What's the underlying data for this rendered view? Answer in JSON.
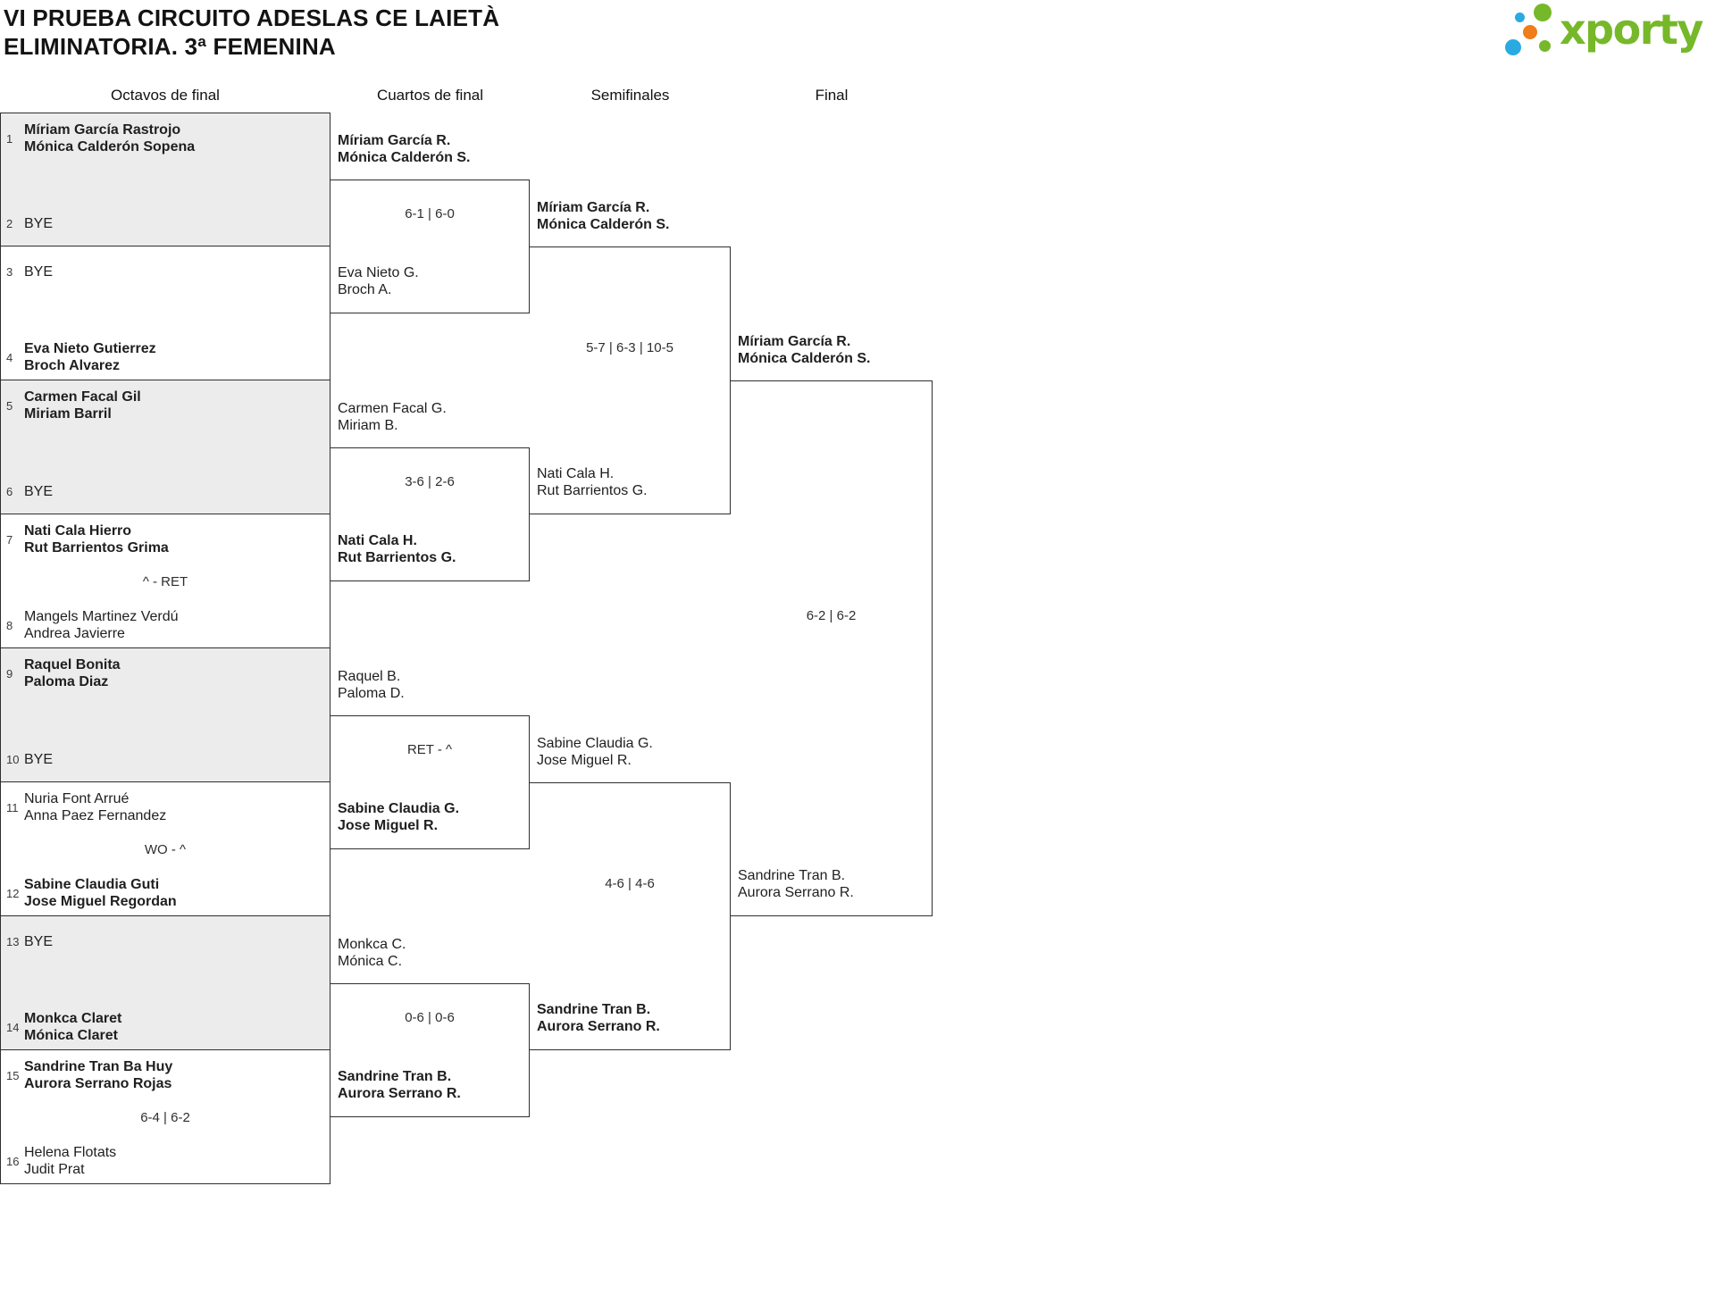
{
  "title": {
    "line1": "VI PRUEBA CIRCUITO ADESLAS CE LAIETÀ",
    "line2": "ELIMINATORIA. 3ª FEMENINA"
  },
  "logo": {
    "text": "xporty",
    "green": "#76b82a",
    "blue": "#29abe2",
    "orange": "#ef7d1a"
  },
  "round_headers": {
    "octavos": "Octavos de final",
    "cuartos": "Cuartos de final",
    "semis": "Semifinales",
    "final": "Final"
  },
  "octavos": [
    {
      "shaded": true,
      "top": {
        "seed": "1",
        "bold": true,
        "lines": [
          "Míriam García Rastrojo",
          "Mónica Calderón Sopena"
        ]
      },
      "score": "",
      "bottom": {
        "seed": "2",
        "bold": false,
        "lines": [
          "BYE"
        ]
      }
    },
    {
      "shaded": false,
      "top": {
        "seed": "3",
        "bold": false,
        "lines": [
          "BYE"
        ]
      },
      "score": "",
      "bottom": {
        "seed": "4",
        "bold": true,
        "lines": [
          "Eva Nieto Gutierrez",
          "Broch Alvarez"
        ]
      }
    },
    {
      "shaded": true,
      "top": {
        "seed": "5",
        "bold": true,
        "lines": [
          "Carmen Facal Gil",
          "Miriam Barril"
        ]
      },
      "score": "",
      "bottom": {
        "seed": "6",
        "bold": false,
        "lines": [
          "BYE"
        ]
      }
    },
    {
      "shaded": false,
      "top": {
        "seed": "7",
        "bold": true,
        "lines": [
          "Nati Cala Hierro",
          "Rut Barrientos Grima"
        ]
      },
      "score": "^ - RET",
      "bottom": {
        "seed": "8",
        "bold": false,
        "lines": [
          "Mangels Martinez Verdú",
          "Andrea Javierre"
        ]
      }
    },
    {
      "shaded": true,
      "top": {
        "seed": "9",
        "bold": true,
        "lines": [
          "Raquel Bonita",
          "Paloma Diaz"
        ]
      },
      "score": "",
      "bottom": {
        "seed": "10",
        "bold": false,
        "lines": [
          "BYE"
        ]
      }
    },
    {
      "shaded": false,
      "top": {
        "seed": "11",
        "bold": false,
        "lines": [
          "Nuria Font Arrué",
          "Anna Paez Fernandez"
        ]
      },
      "score": "WO - ^",
      "bottom": {
        "seed": "12",
        "bold": true,
        "lines": [
          "Sabine Claudia Guti",
          "Jose Miguel Regordan"
        ]
      }
    },
    {
      "shaded": true,
      "top": {
        "seed": "13",
        "bold": false,
        "lines": [
          "BYE"
        ]
      },
      "score": "",
      "bottom": {
        "seed": "14",
        "bold": true,
        "lines": [
          "Monkca Claret",
          "Mónica Claret"
        ]
      }
    },
    {
      "shaded": false,
      "top": {
        "seed": "15",
        "bold": true,
        "lines": [
          "Sandrine Tran Ba Huy",
          "Aurora Serrano Rojas"
        ]
      },
      "score": "6-4 | 6-2",
      "bottom": {
        "seed": "16",
        "bold": false,
        "lines": [
          "Helena Flotats",
          "Judit Prat"
        ]
      }
    }
  ],
  "cuartos": [
    {
      "top": {
        "bold": true,
        "lines": [
          "Míriam García R.",
          "Mónica Calderón S."
        ]
      },
      "score": "6-1 | 6-0",
      "bottom": {
        "bold": false,
        "lines": [
          "Eva Nieto G.",
          "Broch A."
        ]
      }
    },
    {
      "top": {
        "bold": false,
        "lines": [
          "Carmen Facal G.",
          "Miriam B."
        ]
      },
      "score": "3-6 | 2-6",
      "bottom": {
        "bold": true,
        "lines": [
          "Nati Cala H.",
          "Rut Barrientos G."
        ]
      }
    },
    {
      "top": {
        "bold": false,
        "lines": [
          "Raquel B.",
          "Paloma D."
        ]
      },
      "score": "RET - ^",
      "bottom": {
        "bold": true,
        "lines": [
          "Sabine Claudia G.",
          "Jose Miguel R."
        ]
      }
    },
    {
      "top": {
        "bold": false,
        "lines": [
          "Monkca C.",
          "Mónica C."
        ]
      },
      "score": "0-6 | 0-6",
      "bottom": {
        "bold": true,
        "lines": [
          "Sandrine Tran B.",
          "Aurora Serrano R."
        ]
      }
    }
  ],
  "semis": [
    {
      "top": {
        "bold": true,
        "lines": [
          "Míriam García R.",
          "Mónica Calderón S."
        ]
      },
      "score": "5-7 | 6-3 | 10-5",
      "bottom": {
        "bold": false,
        "lines": [
          "Nati Cala H.",
          "Rut Barrientos G."
        ]
      }
    },
    {
      "top": {
        "bold": false,
        "lines": [
          "Sabine Claudia G.",
          "Jose Miguel R."
        ]
      },
      "score": "4-6 | 4-6",
      "bottom": {
        "bold": true,
        "lines": [
          "Sandrine Tran B.",
          "Aurora Serrano R."
        ]
      }
    }
  ],
  "final_match": {
    "top": {
      "bold": true,
      "lines": [
        "Míriam García R.",
        "Mónica Calderón S."
      ]
    },
    "score": "6-2 | 6-2",
    "bottom": {
      "bold": false,
      "lines": [
        "Sandrine Tran B.",
        "Aurora Serrano R."
      ]
    }
  }
}
